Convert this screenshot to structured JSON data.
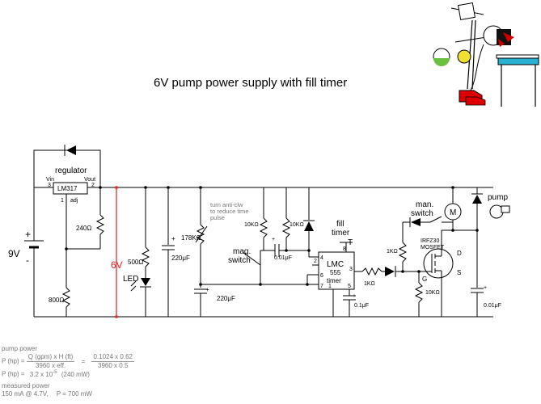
{
  "title": "6V pump power supply with fill timer",
  "labels": {
    "regulator": "regulator",
    "lm317": "LM317",
    "vin": "Vin",
    "vout": "Vout",
    "adj": "adj",
    "pin3": "3",
    "pin2": "2",
    "pin1": "1",
    "r240": "240Ω",
    "r800": "800Ω",
    "battery": "9V",
    "plus": "+",
    "minus": "-",
    "rail": "6V",
    "r500": "500Ω",
    "led": "LED",
    "c220a": "220μF",
    "pot178": "178KΩ",
    "pot_note1": "turn anti-clw",
    "pot_note2": "to reduce time",
    "pot_note3": "pulse",
    "c220b": "220μF",
    "r10k_a": "10KΩ",
    "r10k_b": "10KΩ",
    "c001a": "0.01μF",
    "mag_switch1": "mag.",
    "mag_switch2": "switch",
    "fill1": "fill",
    "fill2": "timer",
    "fill_t": "T",
    "lmc1": "LMC",
    "lmc2": "555",
    "lmc3": "timer",
    "p2": "2",
    "p4": "4",
    "p8": "8",
    "p3": "3",
    "p6": "6",
    "p7": "7",
    "p1": "1",
    "p5": "5",
    "r1k_a": "1KΩ",
    "r1k_b": "1KΩ",
    "c01": "0.1μF",
    "man1": "man.",
    "man2": "switch",
    "motor": "M",
    "pump": "pump",
    "mos1": "IRFZ30",
    "mos2": "MOSFET",
    "d": "D",
    "g": "G",
    "s": "S",
    "r10k_c": "10KΩ",
    "c001b": "0.01μF"
  },
  "notes": {
    "heading": "pump power",
    "lhs": "P (hp) =",
    "f1_num": "Q (gpm) x H (ft)",
    "f1_den": "3960 x eff.",
    "eq": "=",
    "f2_num": "0.1024 x 0.62",
    "f2_den": "3960 x 0.5",
    "result_prefix": "P (hp) =",
    "result_mant": "3.2 x 10",
    "result_exp": "-5",
    "result_suffix": "(240 mW)",
    "measured_heading": "measured power",
    "measured_vals": "150 mA @ 4.7V,",
    "measured_power": "P = 700 mW"
  },
  "colors": {
    "wire": "#000000",
    "rail_6v": "#e02020",
    "note_text": "#777777",
    "cartoon_hat": "#cc0000",
    "cartoon_shoes": "#dd0000",
    "cartoon_green": "#6cc040",
    "cartoon_yellow": "#f0e030",
    "cartoon_water": "#2ab0d0"
  },
  "icons": {
    "cartoon": "bird-drinking-cartoon-icon"
  }
}
